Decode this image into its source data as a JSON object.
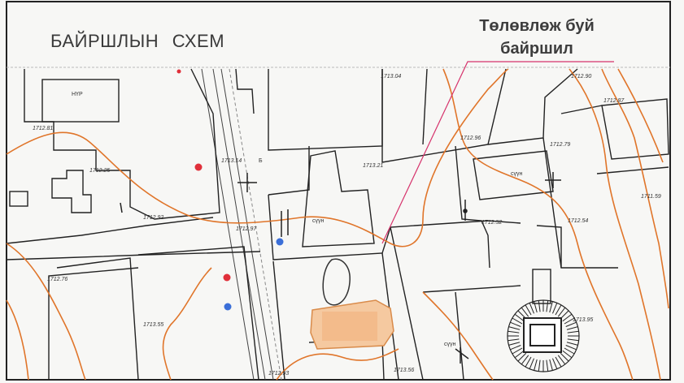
{
  "map": {
    "title": "БАЙРШЛЫН   СХЕМ",
    "planned_location": {
      "line1": "Төлөвлөж буй",
      "line2": "байршил"
    },
    "colors": {
      "contour": "#e0752a",
      "leader": "#d6336c",
      "building_fill": "#f5c9a0",
      "building_stroke": "#d98b4a",
      "marker_red": "#e0303a",
      "marker_blue": "#3b6fd8"
    },
    "elevations": [
      {
        "id": "e1",
        "text": "1712.90"
      },
      {
        "id": "e2",
        "text": "1713.04"
      },
      {
        "id": "e3",
        "text": "1712.87"
      },
      {
        "id": "e4",
        "text": "1712.96"
      },
      {
        "id": "e5",
        "text": "1712.79"
      },
      {
        "id": "e6",
        "text": "1712.81"
      },
      {
        "id": "e7",
        "text": "1712.25"
      },
      {
        "id": "e8",
        "text": "1713.14"
      },
      {
        "id": "e9",
        "text": "1713.21"
      },
      {
        "id": "e10",
        "text": "1711.59"
      },
      {
        "id": "e11",
        "text": "1712.92"
      },
      {
        "id": "e12",
        "text": "1712.97"
      },
      {
        "id": "e13",
        "text": "1712.52"
      },
      {
        "id": "e14",
        "text": "1712.54"
      },
      {
        "id": "e15",
        "text": "1712.76"
      },
      {
        "id": "e16",
        "text": "1713.55"
      },
      {
        "id": "e17",
        "text": "1713.95"
      },
      {
        "id": "e18",
        "text": "1712.93"
      },
      {
        "id": "e19",
        "text": "1713.56"
      }
    ],
    "building_labels": [
      {
        "id": "b1",
        "text": "НҮР"
      },
      {
        "id": "b2",
        "text": "сүүн"
      },
      {
        "id": "b3",
        "text": "сүүн"
      },
      {
        "id": "b4",
        "text": "сүүн"
      },
      {
        "id": "b5",
        "text": "Б"
      }
    ]
  }
}
